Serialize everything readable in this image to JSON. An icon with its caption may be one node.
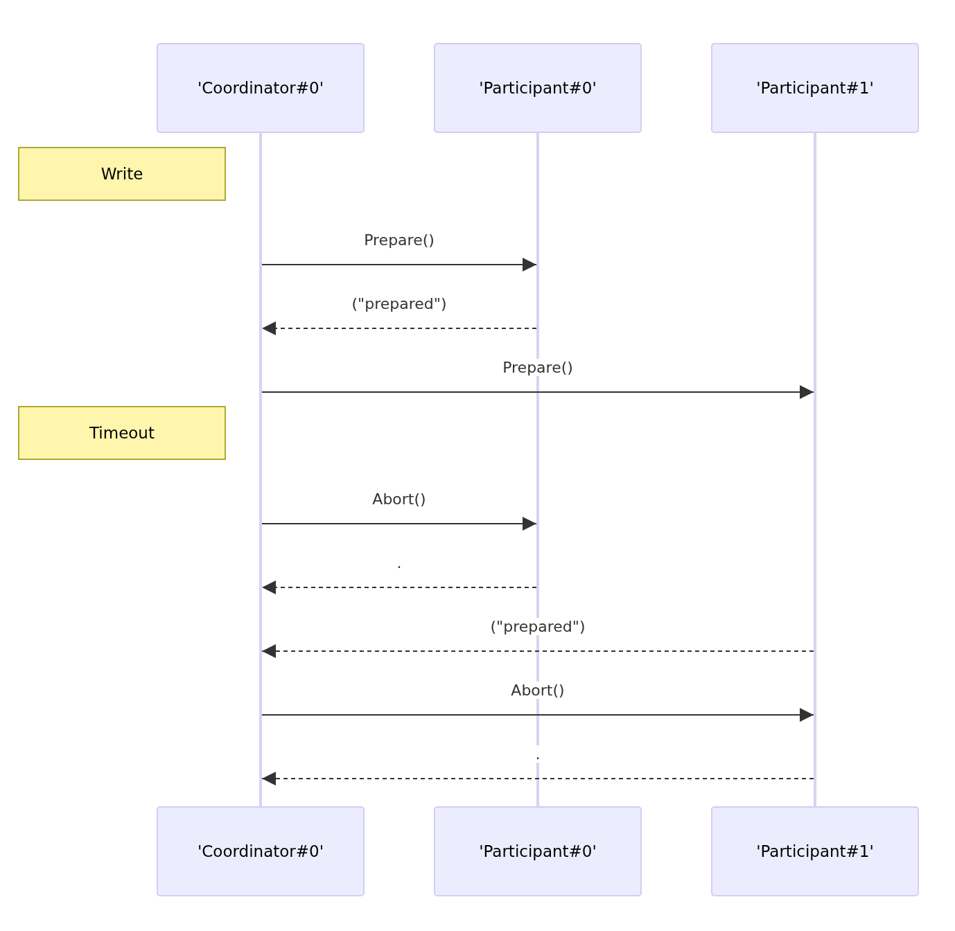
{
  "diagram": {
    "nodes": [
      {
        "text": [
          "'Coordinator#0'"
        ]
      },
      {
        "text": [
          "'Participant#0'"
        ]
      },
      {
        "text": [
          "'Participant#1'"
        ]
      },
      {
        "text": [],
        "shape": "bar"
      },
      {
        "text": [],
        "shape": "bar"
      },
      {
        "text": [],
        "shape": "bar"
      },
      {
        "text": [
          "Write"
        ]
      },
      {
        "text": [
          "Timeout"
        ]
      },
      {
        "text": [
          "'Coordinator#0'"
        ]
      },
      {
        "text": [
          "'Participant#0'"
        ]
      },
      {
        "text": [
          "'Participant#1'"
        ]
      }
    ],
    "edges": [
      {
        "from": 3,
        "to": 4,
        "arrow": "to",
        "label": "Prepare()"
      },
      {
        "from": 4,
        "to": 3,
        "arrow": "to",
        "label": "(\"prepared\")",
        "style": "dashed"
      },
      {
        "from": 3,
        "to": 5,
        "arrow": "to",
        "label": "Prepare()"
      },
      {
        "from": 3,
        "to": 4,
        "arrow": "to",
        "label": "Abort()"
      },
      {
        "from": 4,
        "to": 3,
        "arrow": "to",
        "label": ".",
        "style": "dashed"
      },
      {
        "from": 5,
        "to": 3,
        "arrow": "to",
        "label": "(\"prepared\")",
        "style": "dashed"
      },
      {
        "from": 3,
        "to": 5,
        "arrow": "to",
        "label": "Abort()"
      },
      {
        "from": 5,
        "to": 3,
        "arrow": "to",
        "label": ".",
        "style": "dashed"
      }
    ]
  }
}
